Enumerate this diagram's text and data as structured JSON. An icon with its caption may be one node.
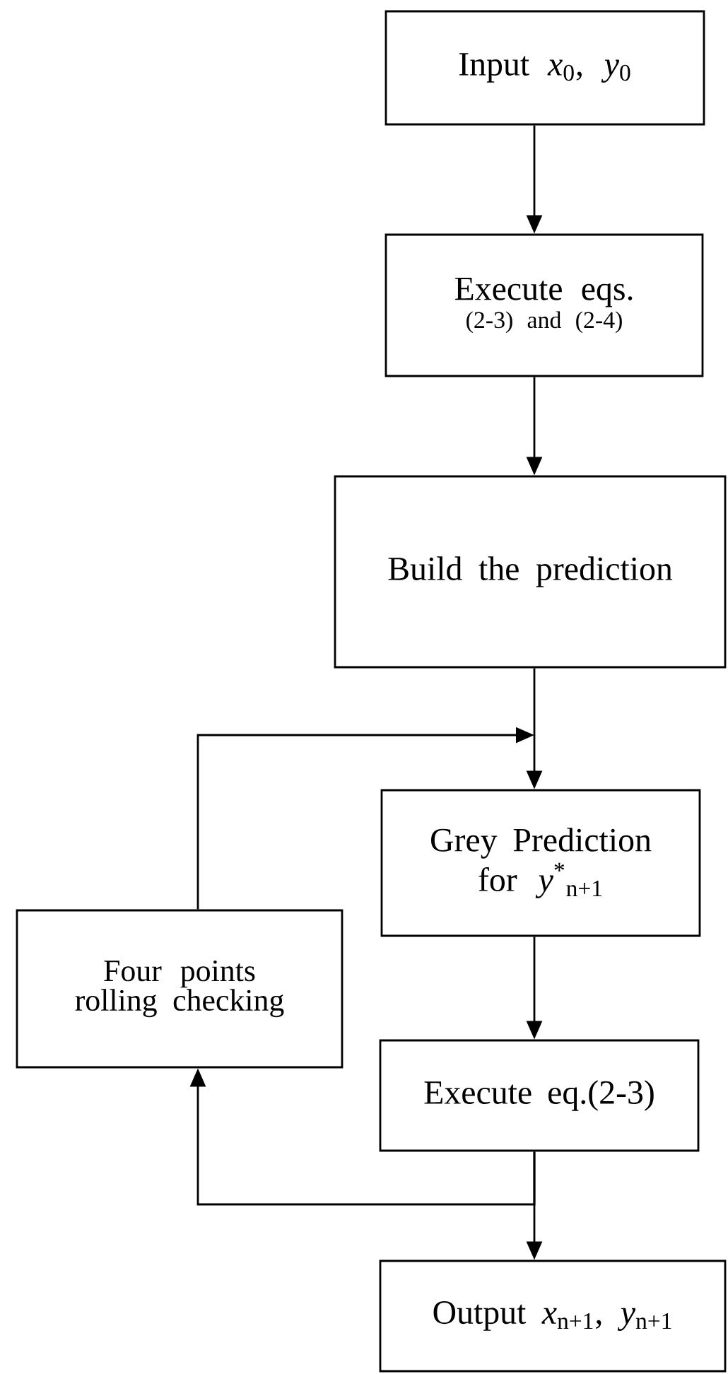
{
  "diagram": {
    "nodes": [
      {
        "text": [
          "Input *x*$_{0}$, *y*$_{0}$"
        ]
      },
      {
        "text": [
          "Execute eqs.",
          "(2-3) and (2-4)"
        ]
      },
      {
        "text": [
          "Build the prediction"
        ]
      },
      {
        "text": [
          "Grey Prediction",
          "for *y*$^{*}$$_{n+1}$"
        ]
      },
      {
        "text": [
          "Four points rolling checking"
        ]
      },
      {
        "text": [
          "Execute eq.(2-3)"
        ]
      },
      {
        "text": [
          "Output *x*$_{n+1}$, *y*$_{n+1}$"
        ]
      }
    ],
    "edges": [
      {
        "from": 0,
        "to": 1,
        "arrow": "to"
      },
      {
        "from": 1,
        "to": 2,
        "arrow": "to"
      },
      {
        "from": 2,
        "to": 3,
        "arrow": "to"
      },
      {
        "from": 3,
        "to": 5,
        "arrow": "to"
      },
      {
        "from": 5,
        "to": 6,
        "arrow": "to"
      },
      {
        "from": 5,
        "to": 4,
        "arrow": "to"
      },
      {
        "from": 4,
        "to": 3,
        "arrow": "to"
      }
    ]
  }
}
